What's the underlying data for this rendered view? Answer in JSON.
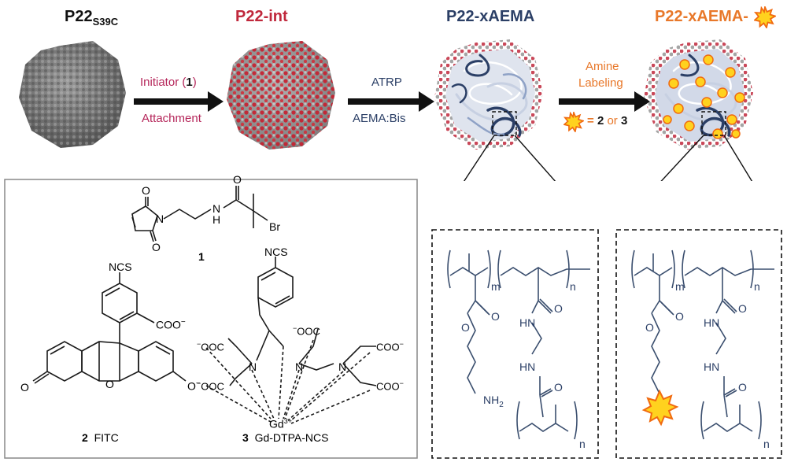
{
  "titles": {
    "p22_base": "P22",
    "p22_sub": "S39C",
    "p22_int": "P22-int",
    "p22_xaema": "P22-xAEMA",
    "p22_xaema_label": "P22-xAEMA-"
  },
  "arrows": {
    "a1_top_pre": "Initiator (",
    "a1_top_num": "1",
    "a1_top_post": ")",
    "a1_bottom": "Attachment",
    "a2_top": "ATRP",
    "a2_bottom": "AEMA:Bis",
    "a3_top": "Amine",
    "a3_mid": "Labeling",
    "a3_eq": "=",
    "a3_n2": "2",
    "a3_or": "or",
    "a3_n3": "3"
  },
  "compounds": {
    "c1_num": "1",
    "c1_br": "Br",
    "c1_nh": "N",
    "c1_h": "H",
    "c1_n": "N",
    "c1_o_top": "O",
    "c1_o_bot": "O",
    "c1_o_amide": "O",
    "c2_num": "2",
    "c2_name": "FITC",
    "c2_ncs": "NCS",
    "c2_coo": "COO",
    "c2_o_ring": "O",
    "c2_o_left": "O",
    "c2_o_right": "O",
    "c3_num": "3",
    "c3_name": "Gd-DTPA-NCS",
    "c3_ncs": "NCS",
    "c3_ooc_left": "OOC",
    "c3_ooc_left2": "OOC",
    "c3_ooc_mid": "OOC",
    "c3_coo_r1": "COO",
    "c3_coo_r2": "COO",
    "c3_gd": "Gd",
    "c3_gd_charge": "3+",
    "c3_n1": "N",
    "c3_n2": "N",
    "c3_n3": "N"
  },
  "polymer": {
    "m": "m",
    "n": "n",
    "o_ester": "O",
    "o_link": "O",
    "hn1": "HN",
    "hn2": "HN",
    "o_amide1": "O",
    "o_amide2": "O",
    "nh2": "NH",
    "nh2_sub": "2"
  },
  "colors": {
    "int_red": "#c0283c",
    "navy": "#2b3f66",
    "orange": "#e8782a",
    "magenta": "#b5265a",
    "star_fill": "#ffd21e",
    "star_edge": "#f06a10"
  }
}
